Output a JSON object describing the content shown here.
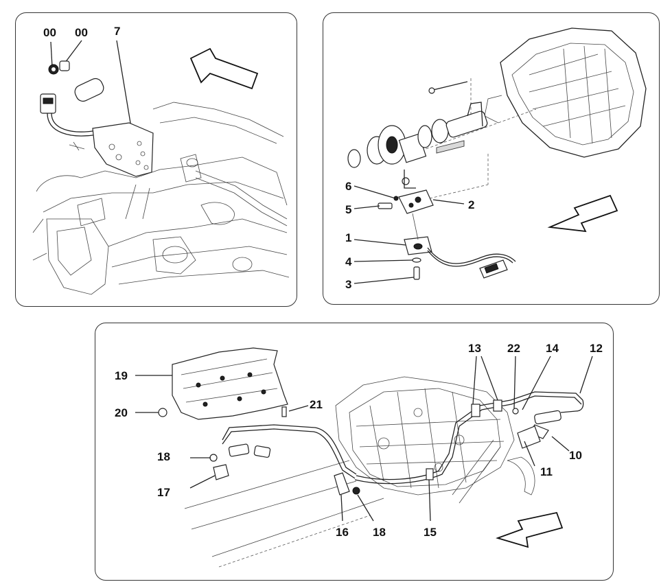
{
  "panels": {
    "top_left": {
      "callouts": [
        "00",
        "00",
        "7"
      ]
    },
    "top_right": {
      "callouts": [
        "6",
        "5",
        "2",
        "1",
        "4",
        "3"
      ]
    },
    "bottom": {
      "callouts": [
        "13",
        "22",
        "14",
        "12",
        "19",
        "21",
        "20",
        "18",
        "17",
        "10",
        "11",
        "16",
        "18",
        "15"
      ]
    }
  },
  "icons": {
    "direction_arrows": [
      "direction-arrow-icon",
      "direction-arrow-icon",
      "direction-arrow-icon"
    ]
  },
  "colors": {
    "line": "#222222",
    "background": "#ffffff"
  }
}
